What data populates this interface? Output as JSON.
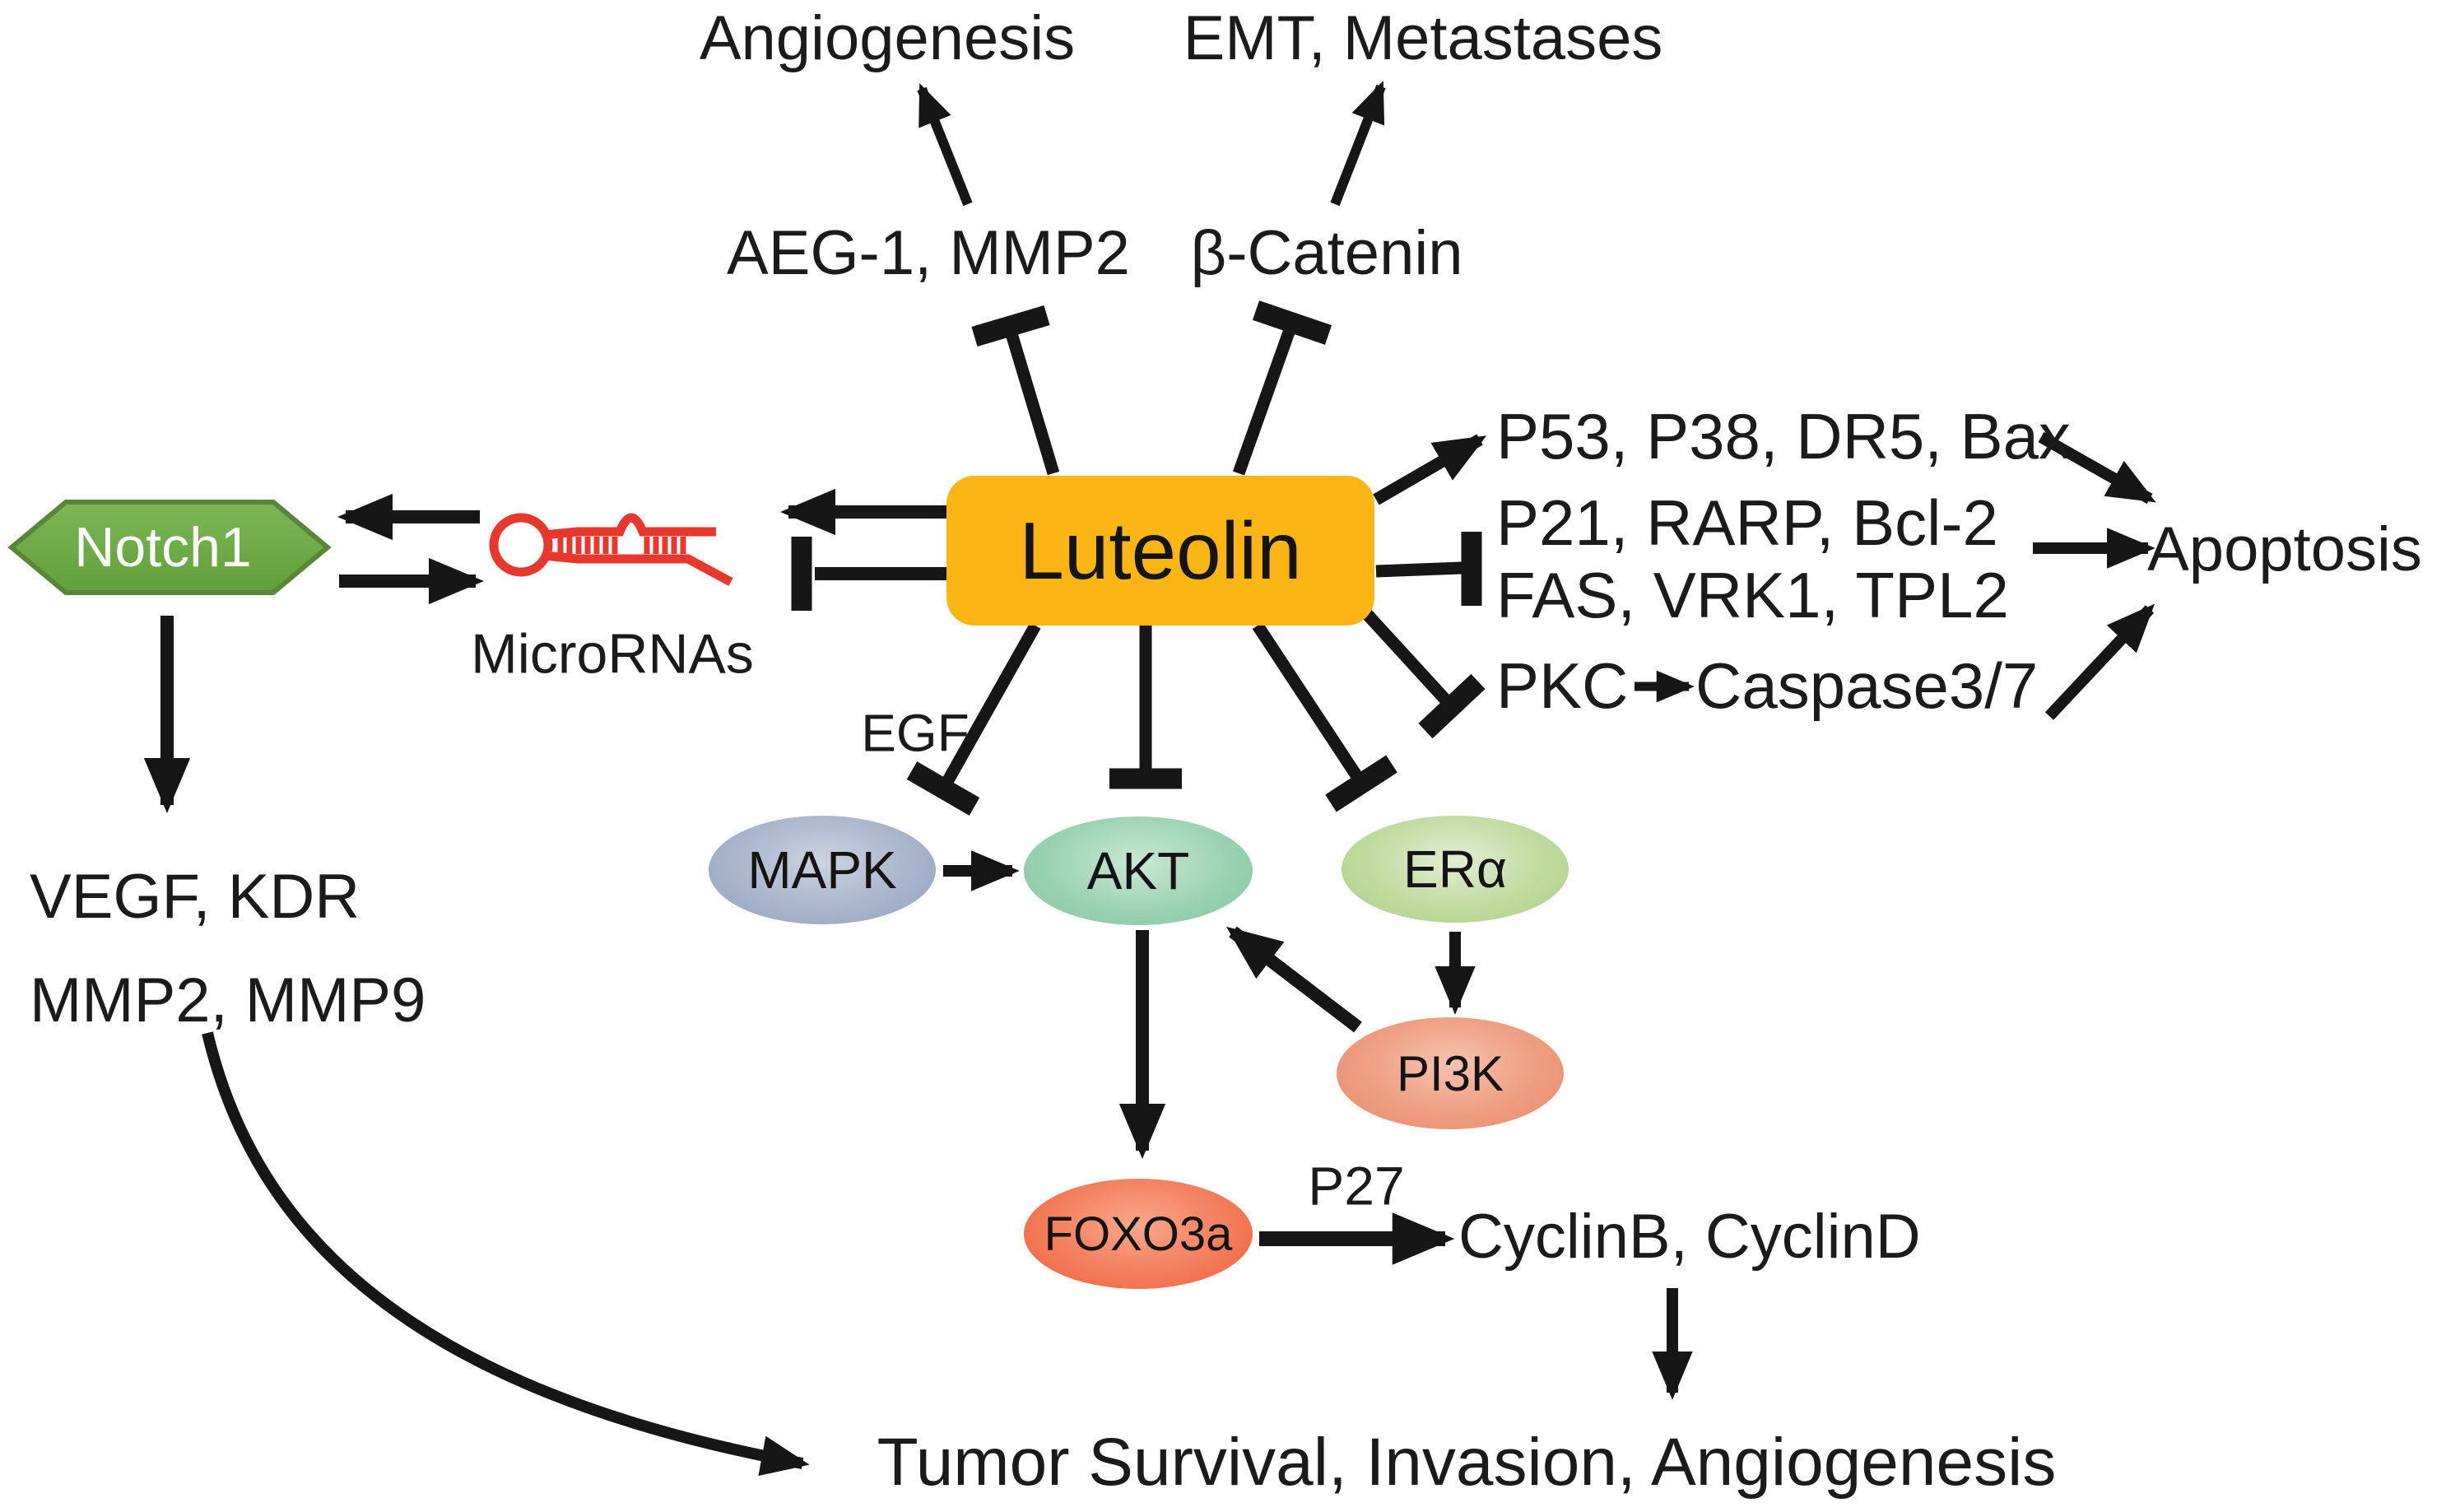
{
  "diagram": {
    "center_node": {
      "label": "Luteolin"
    },
    "nodes": {
      "notch1": "Notch1",
      "micrornas": "MicroRNAs",
      "mapk": "MAPK",
      "akt": "AKT",
      "er_alpha": "ERα",
      "pi3k": "PI3K",
      "foxo3a": "FOXO3a"
    },
    "outcomes": {
      "angiogenesis": "Angiogenesis",
      "emt_metastases": "EMT, Metastases",
      "apoptosis": "Apoptosis",
      "tumor": "Tumor Survival, Invasion, Angiogenesis"
    },
    "targets": {
      "aeg1_mmp2": "AEG-1, MMP2",
      "beta_catenin": "β-Catenin",
      "p53_row": "P53, P38, DR5, Bax",
      "p21_row": "P21, RARP, Bcl-2",
      "fas_row": "FAS, VRK1, TPL2",
      "pkc": "PKC",
      "caspase": "Caspase3/7",
      "egf": "EGF",
      "vegf_kdr": "VEGF, KDR",
      "mmp2_mmp9": "MMP2, MMP9",
      "p27": "P27",
      "cyclins": "CyclinB, CyclinD"
    },
    "colors": {
      "luteolin_fill": "#FBB615",
      "notch1_fill": "#6FAB47",
      "notch1_border": "#59863A",
      "mapk_fill": "#93A2C0",
      "akt_fill": "#83C7A0",
      "er_alpha_fill": "#ABD086",
      "pi3k_fill": "#E98A6D",
      "foxo3a_fill": "#EF5F3D",
      "mirna_red": "#E8372C",
      "arrow": "#161616",
      "text": "#1B1B1B"
    },
    "icons": {
      "mirna_hairpin": "mirna-hairpin-icon"
    }
  }
}
